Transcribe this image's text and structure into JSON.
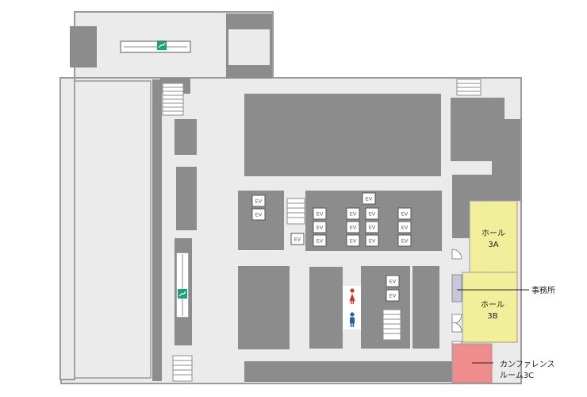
{
  "colors": {
    "block": "#8c8c8c",
    "corridor": "#ebebeb",
    "outline": "#9a9a9a",
    "hall": "#f2ef9a",
    "conference": "#ef8c8c",
    "office": "#c7c7d8",
    "escalator_sign": "#1fa07a",
    "female": "#c8382a",
    "male": "#2a5ea8"
  },
  "rooms": {
    "hall_3a": {
      "line1": "ホール",
      "line2": "3A"
    },
    "hall_3b": {
      "line1": "ホール",
      "line2": "3B"
    },
    "conference_3c": {
      "line1": "カンファレンス",
      "line2": "ルーム3C"
    },
    "office": "事務所"
  },
  "elevator_label": "EV",
  "icons": {
    "escalator": "escalator-icon",
    "toilet_female": "female-toilet-icon",
    "toilet_male": "male-toilet-icon",
    "stairs": "stairs-icon"
  }
}
